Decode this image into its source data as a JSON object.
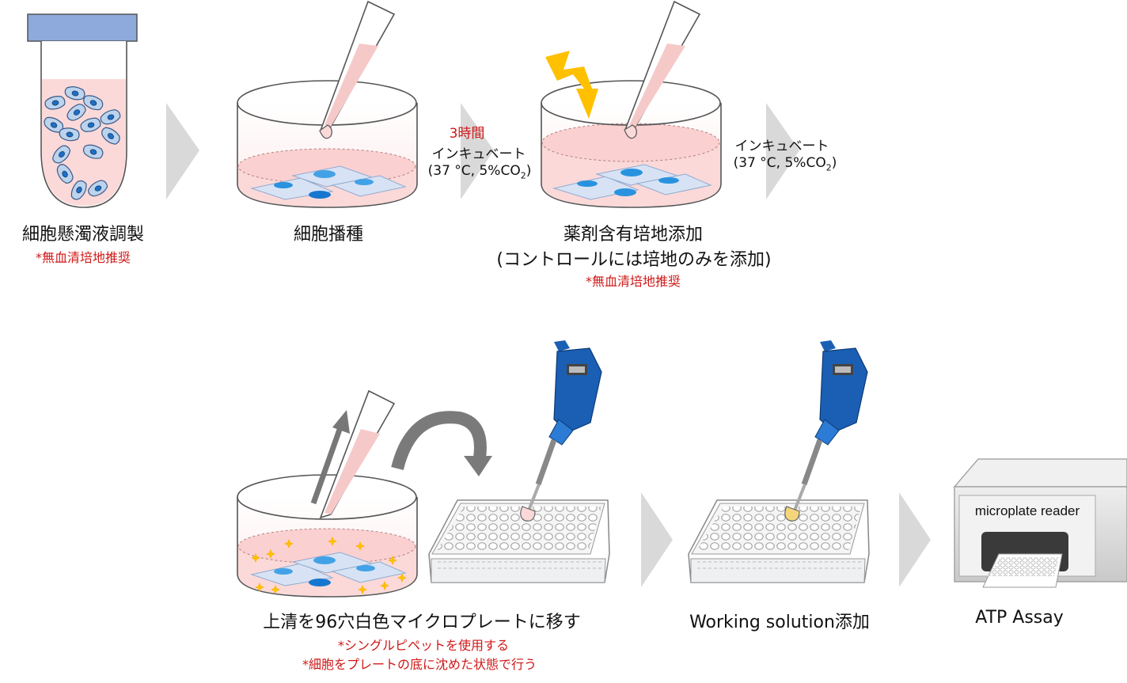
{
  "step1": {
    "title": "細胞懸濁液調製",
    "note": "*無血清培地推奨"
  },
  "step2": {
    "title": "細胞播種"
  },
  "incubate1": {
    "time": "3時間",
    "label": "インキュベート",
    "cond_prefix": "(37 °C, 5%CO",
    "cond_sub": "2",
    "cond_suffix": ")"
  },
  "step3": {
    "title": "薬剤含有培地添加",
    "subtitle": "(コントロールには培地のみを添加)",
    "note": "*無血清培地推奨"
  },
  "incubate2": {
    "label": "インキュベート",
    "cond_prefix": "(37 °C, 5%CO",
    "cond_sub": "2",
    "cond_suffix": ")"
  },
  "step4": {
    "title": "上清を96穴白色マイクロプレートに移す",
    "note1": "*シングルピペットを使用する",
    "note2": "*細胞をプレートの底に沈めた状態で行う"
  },
  "step5": {
    "title": "Working solution添加"
  },
  "step6": {
    "title": "ATP Assay",
    "device_label": "microplate reader"
  },
  "colors": {
    "medium_pink": "#fbd9d9",
    "cell_blue": "#1e8fe0",
    "pipette_blue": "#1a5fb4",
    "lightning": "#ffc000",
    "arrow_gray": "#d9d9d9",
    "note_red": "#d01818",
    "cap_blue": "#8ea9db",
    "reagent_yellow": "#f5d57a"
  }
}
